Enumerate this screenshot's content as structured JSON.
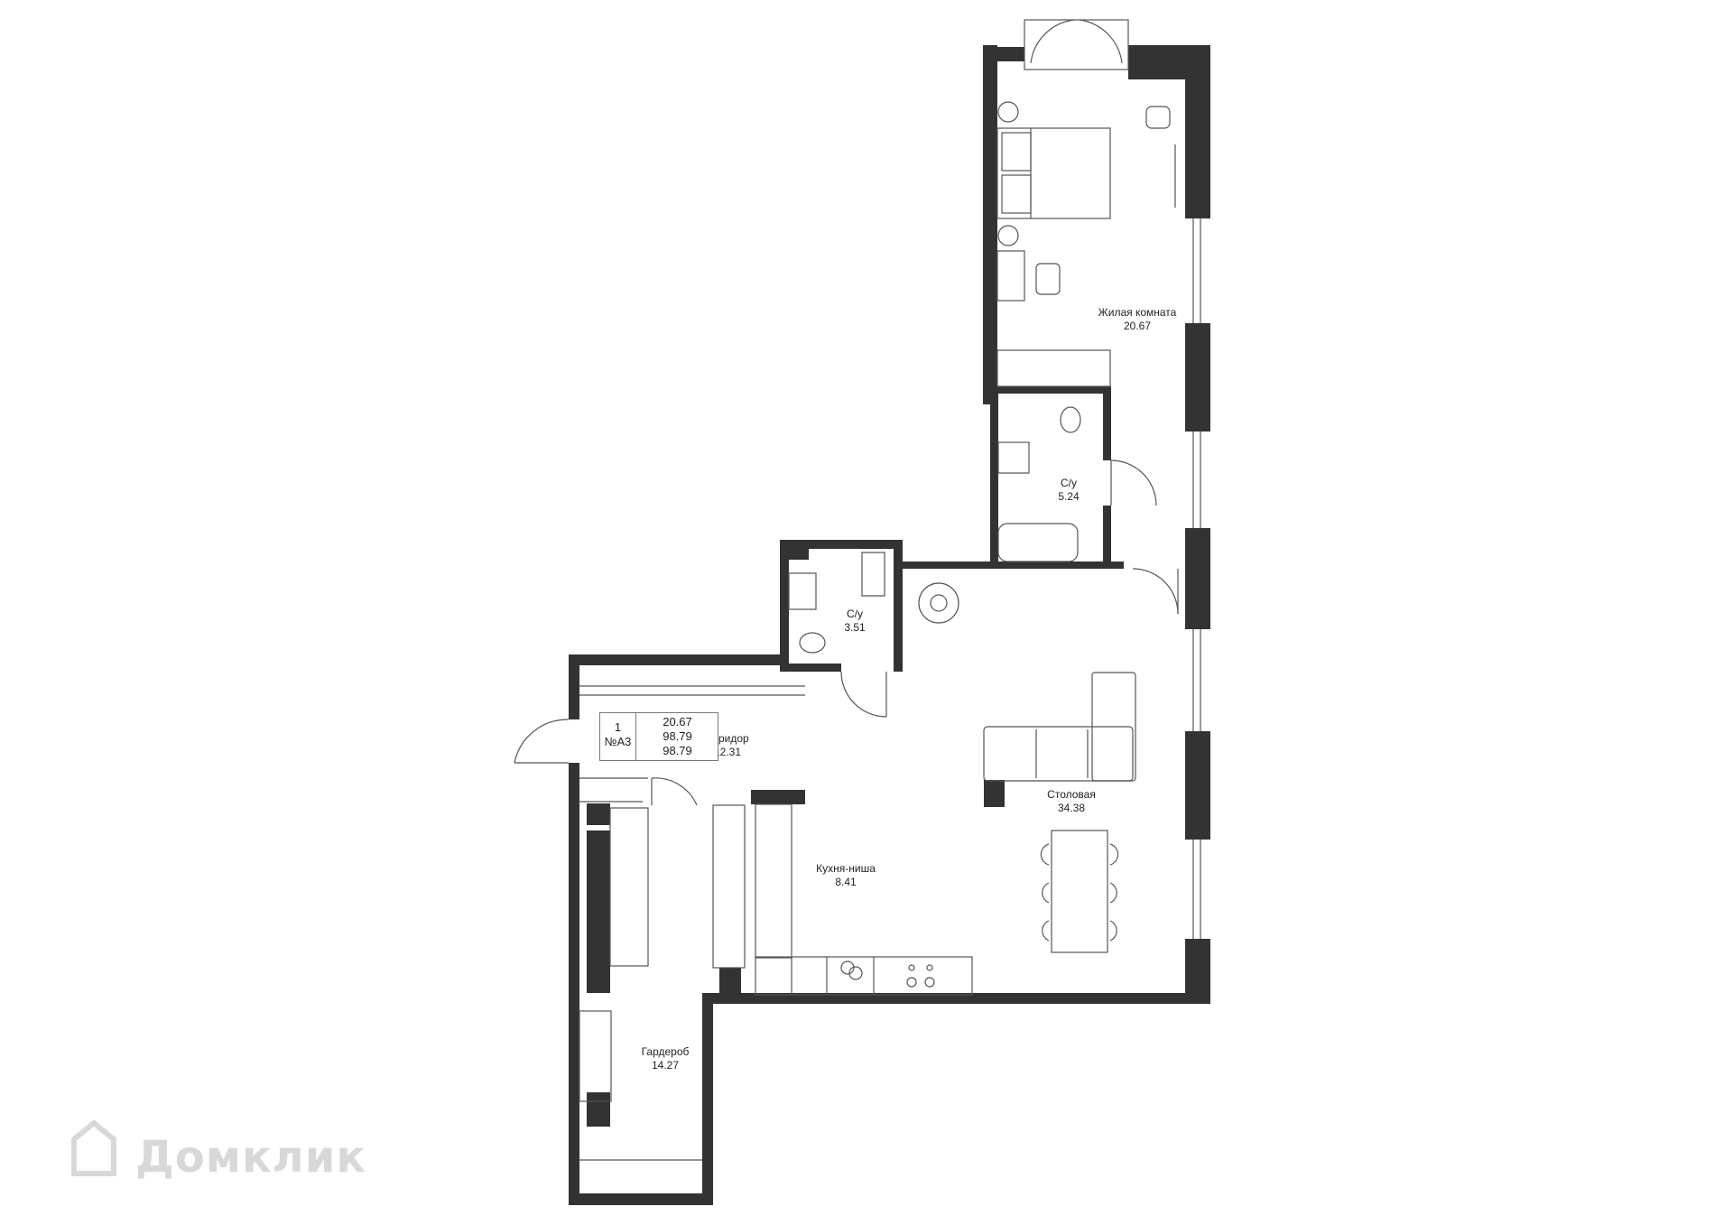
{
  "rooms": [
    {
      "key": "living",
      "name": "Жилая комната",
      "area": "20.67"
    },
    {
      "key": "bath1",
      "name": "С/у",
      "area": "5.24"
    },
    {
      "key": "bath2",
      "name": "С/у",
      "area": "3.51"
    },
    {
      "key": "corridor",
      "name": "Коридор",
      "area": "12.31"
    },
    {
      "key": "dining",
      "name": "Столовая",
      "area": "34.38"
    },
    {
      "key": "kitchen",
      "name": "Кухня-ниша",
      "area": "8.41"
    },
    {
      "key": "wardrobe",
      "name": "Гардероб",
      "area": "14.27"
    }
  ],
  "info": {
    "rooms_count": "1",
    "apartment_no": "№А3",
    "living_area": "20.67",
    "total_area": "98.79",
    "total_area_2": "98.79"
  },
  "watermark": {
    "text": "Домклик"
  },
  "colors": {
    "wall": "#333333",
    "line": "#555555",
    "watermark": "#d8d8d8"
  }
}
